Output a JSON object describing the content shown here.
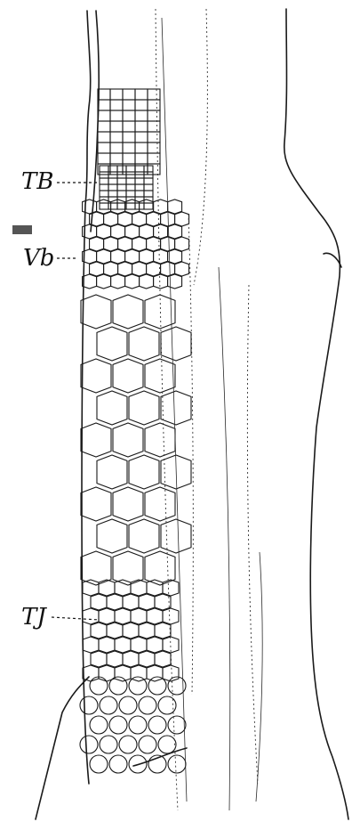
{
  "figure": {
    "labels": {
      "tb": "TB",
      "vb": "Vb",
      "tj": "TJ"
    }
  }
}
